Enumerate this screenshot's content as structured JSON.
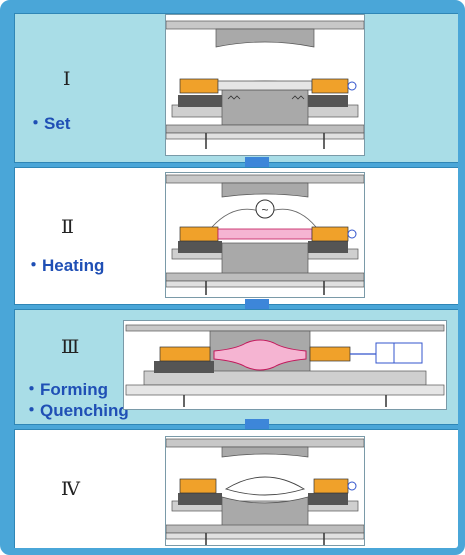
{
  "steps": [
    {
      "numeral": "Ⅰ",
      "labels": [
        "・Set"
      ]
    },
    {
      "numeral": "Ⅱ",
      "labels": [
        "・Heating"
      ]
    },
    {
      "numeral": "Ⅲ",
      "labels": [
        "・Forming",
        "・Quenching"
      ]
    },
    {
      "numeral": "Ⅳ",
      "labels": []
    }
  ],
  "heater_symbol": "~",
  "colors": {
    "frame": "#4aa6d8",
    "panel_teal": "#a9dde7",
    "label_blue": "#1f4fb5",
    "arrow_blue": "#3d86d9",
    "die_gray": "#a9a9a9",
    "actuator_orange": "#f0a12a",
    "heated_tube": "#f5b4d2"
  }
}
